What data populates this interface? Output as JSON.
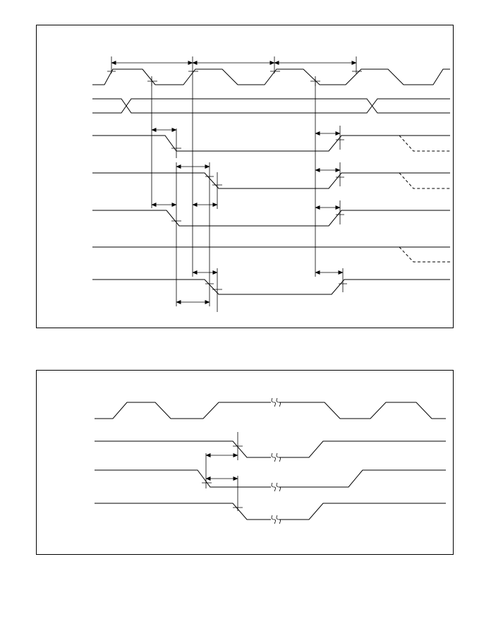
{
  "figure": {
    "panels": [
      {
        "id": "top-timing-diagram",
        "signals": 7
      },
      {
        "id": "bottom-timing-diagram",
        "signals": 4
      }
    ],
    "colors": {
      "line": "#000000",
      "background": "#ffffff"
    }
  }
}
